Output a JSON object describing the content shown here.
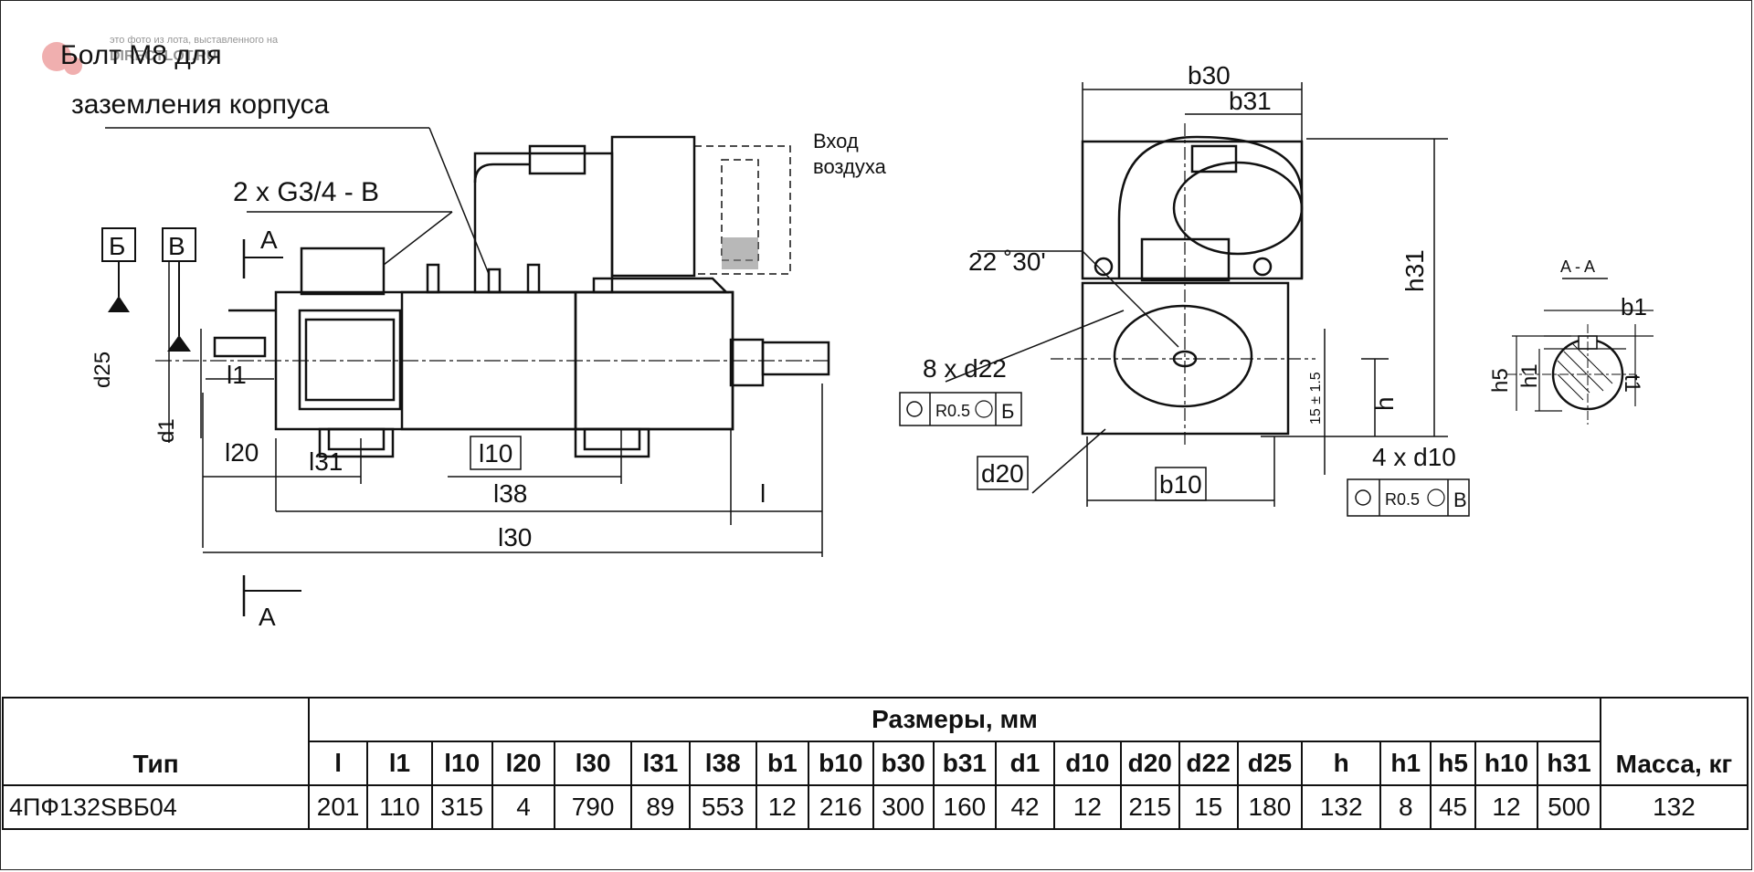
{
  "watermark": {
    "caption": "это фото из лота, выставленного на",
    "site": "DIRECTLOT.RU"
  },
  "drawing": {
    "bolt_note_line1": "Болт М8 для",
    "bolt_note_line2": "заземления корпуса",
    "pipe_note": "2 x G3/4 - B",
    "air_inlet_line1": "Вход",
    "air_inlet_line2": "воздуха",
    "section_mark": "А",
    "datum_b": "Б",
    "datum_v": "В",
    "dim_d25": "d25",
    "dim_d1": "d1",
    "dim_l1": "l1",
    "dim_l20": "l20",
    "dim_l31": "l31",
    "dim_l10": "l10",
    "dim_l38": "l38",
    "dim_l": "l",
    "dim_l30": "l30",
    "dim_b30": "b30",
    "dim_b31": "b31",
    "dim_h31": "h31",
    "angle": "22 ˚30'",
    "holes_d22": "8 x d22",
    "tol_value_1": "R0.5",
    "tol_datum_1": "Б",
    "dim_h": "h",
    "dim_15": "15 ± 1.5",
    "dim_d20": "d20",
    "dim_b10": "b10",
    "holes_d10": "4 x d10",
    "tol_value_2": "R0.5",
    "tol_datum_2": "В",
    "section_title": "A - A",
    "dim_b1": "b1",
    "dim_h5": "h5",
    "dim_h1": "h1",
    "dim_t1": "t1"
  },
  "table": {
    "type_header": "Тип",
    "group_header": "Размеры, мм",
    "mass_header": "Масса, кг",
    "columns": [
      "l",
      "l1",
      "l10",
      "l20",
      "l30",
      "l31",
      "l38",
      "b1",
      "b10",
      "b30",
      "b31",
      "d1",
      "d10",
      "d20",
      "d22",
      "d25",
      "h",
      "h1",
      "h5",
      "h10",
      "h31"
    ],
    "rows": [
      {
        "type": "4ПФ132SBБ04",
        "values": [
          "201",
          "110",
          "315",
          "4",
          "790",
          "89",
          "553",
          "12",
          "216",
          "300",
          "160",
          "42",
          "12",
          "215",
          "15",
          "180",
          "132",
          "8",
          "45",
          "12",
          "500"
        ],
        "mass": "132"
      }
    ]
  }
}
